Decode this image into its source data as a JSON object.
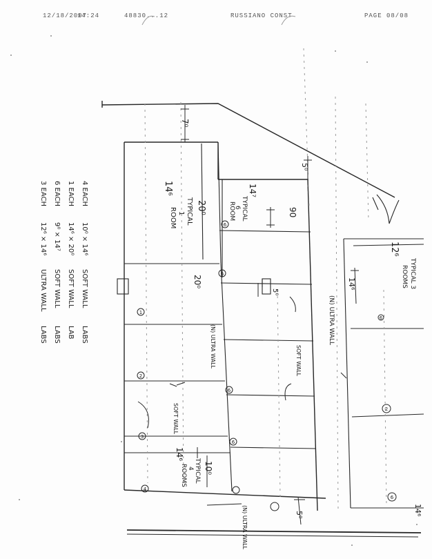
{
  "fax_header": {
    "date": "12/18/2007",
    "time": "14:24",
    "number": "48830...12",
    "name": "RUSSIANO CONST",
    "page": "PAGE 08/08"
  },
  "legend": {
    "rows": [
      {
        "qty": "3 EACH",
        "size": "12⁶ × 14⁶",
        "wall": "ULTRA WALL",
        "type": "LABS"
      },
      {
        "qty": "6 EACH",
        "size": "9⁰ × 14⁷",
        "wall": "SOFT WALL",
        "type": "LABS"
      },
      {
        "qty": "1 EACH",
        "size": "14⁶ × 20⁰",
        "wall": "SOFT WALL",
        "type": "LAB"
      },
      {
        "qty": "4 EACH",
        "size": "10⁰ × 14⁶",
        "wall": "SOFT WALL",
        "type": "LABS"
      }
    ]
  },
  "plan_labels": {
    "dim_7": "7⁰",
    "dim_5_top": "5⁰",
    "room_20": "20⁰",
    "room_20_size": "14⁶",
    "room_20_label": "TYPICAL",
    "room_20_label2": "1",
    "room_20_label3": "ROOM",
    "room_9_size": "14⁷",
    "room_9_dim": "90",
    "room_9_label": "TYPICAL",
    "room_9_label2": "6",
    "room_9_label3": "ROOM",
    "dim_20_mid": "20⁰",
    "dim_5_mid": "5⁰",
    "room_126": "12⁶",
    "room_126_label": "TYPICAL 3",
    "room_126_label2": "ROOMS",
    "room_146_mid": "14⁶",
    "ultra_wall_right": "(N) ULTRA WALL",
    "ultra_wall_left": "(N) ULTRA WALL",
    "soft_wall_mid": "SOFT WALL",
    "soft_wall_left": "SOFT WALL",
    "room_10": "10⁰",
    "room_10_size": "14⁶",
    "room_10_label": "TYPICAL",
    "room_10_label2": "4",
    "room_10_label3": "ROOMS",
    "ultra_wall_bottom": "(N) ULTRA WALL",
    "dim_5_bottom": "5⁰",
    "dim_14_bottom": "14⁶",
    "circle_tags": [
      "6",
      "6",
      "1",
      "2",
      "3",
      "4",
      "6",
      "6",
      "2",
      "6",
      "6"
    ]
  }
}
